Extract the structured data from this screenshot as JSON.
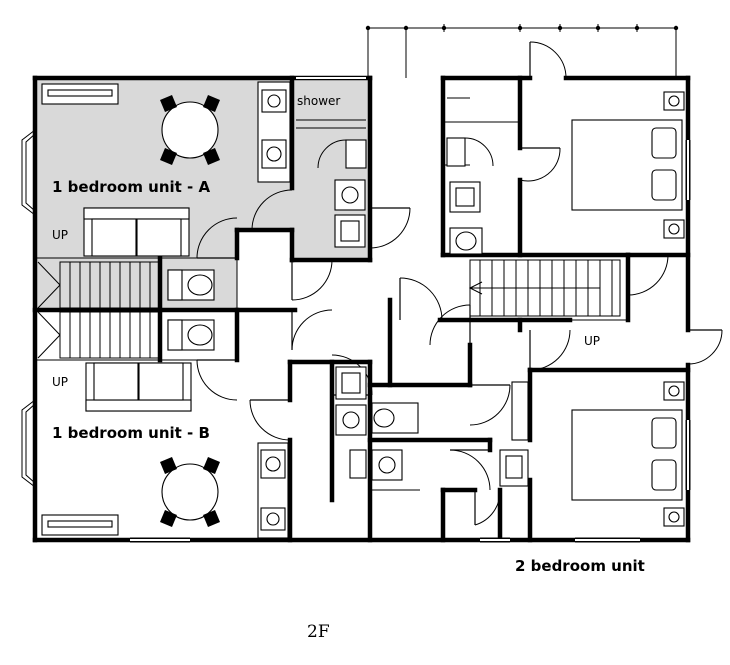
{
  "labels": {
    "unit_a": "1 bedroom unit - A",
    "unit_b": "1 bedroom unit - B",
    "unit_2br": "2 bedroom unit",
    "shower": "shower",
    "up_a": "UP",
    "up_b": "UP",
    "up_2br": "UP",
    "floor": "2F"
  },
  "colors": {
    "wall": "#000000",
    "shaded_area": "#d9d9d9",
    "background": "#ffffff"
  }
}
